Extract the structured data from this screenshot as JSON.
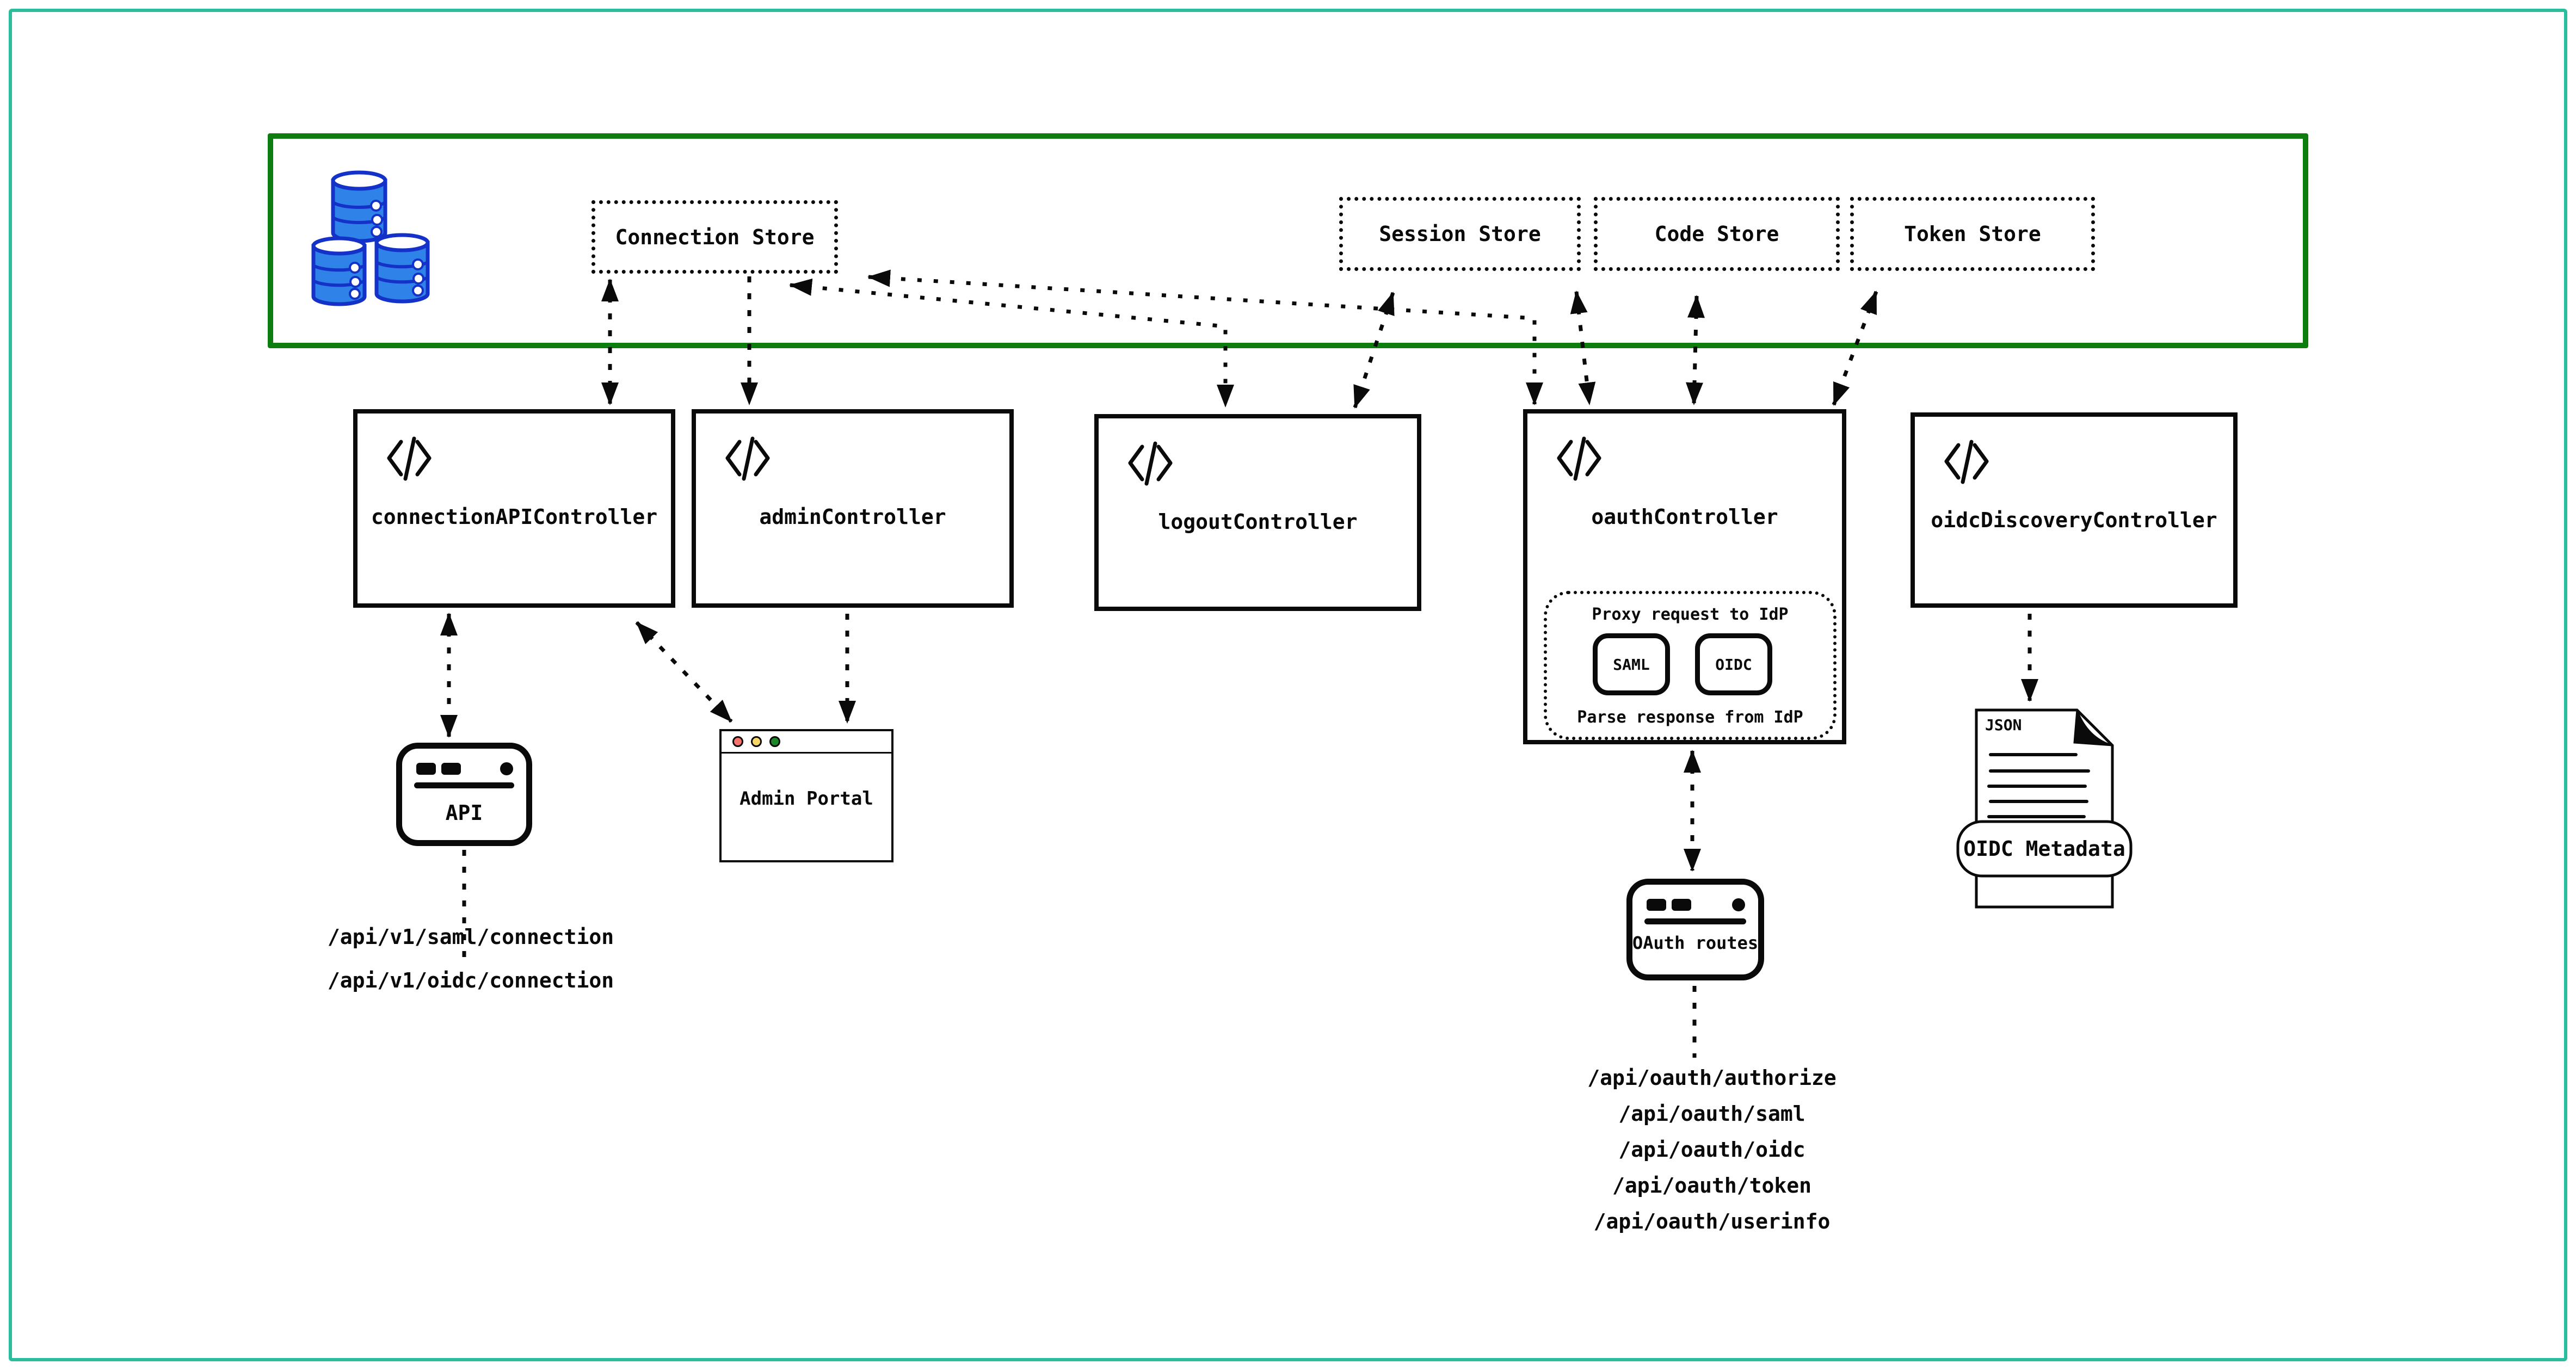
{
  "diagram": {
    "stores": {
      "connection": "Connection Store",
      "session": "Session Store",
      "code": "Code Store",
      "token": "Token Store"
    },
    "controllers": {
      "connection_api": "connectionAPIController",
      "admin": "adminController",
      "logout": "logoutController",
      "oauth": "oauthController",
      "oidc_discovery": "oidcDiscoveryController"
    },
    "oauth_controller_detail": {
      "proxy_label": "Proxy request to IdP",
      "saml": "SAML",
      "oidc": "OIDC",
      "parse_label": "Parse response from IdP"
    },
    "clients": {
      "api": "API",
      "admin_portal": "Admin Portal",
      "oauth_routes": "OAuth routes",
      "oidc_metadata": "OIDC Metadata",
      "json_tag": "JSON"
    },
    "api_endpoints": [
      "/api/v1/saml/connection",
      "/api/v1/oidc/connection"
    ],
    "oauth_endpoints": [
      "/api/oauth/authorize",
      "/api/oauth/saml",
      "/api/oauth/oidc",
      "/api/oauth/token",
      "/api/oauth/userinfo"
    ],
    "colors": {
      "frame": "#2abd9c",
      "store_container": "#0e7d10",
      "database_blue": "#2e82e8",
      "database_stroke": "#1432c8",
      "traffic_red": "#f9726b",
      "traffic_yellow": "#f8d567",
      "traffic_green": "#1d8627"
    },
    "edges": [
      {
        "from": "connection-store",
        "to": "connection-api-controller",
        "direction": "both"
      },
      {
        "from": "connection-store",
        "to": "admin-controller",
        "direction": "one-way"
      },
      {
        "from": "connection-store",
        "to": "logout-controller",
        "direction": "both"
      },
      {
        "from": "connection-store",
        "to": "oauth-controller",
        "direction": "both"
      },
      {
        "from": "session-store",
        "to": "logout-controller",
        "direction": "both"
      },
      {
        "from": "session-store",
        "to": "oauth-controller",
        "direction": "both"
      },
      {
        "from": "code-store",
        "to": "oauth-controller",
        "direction": "both"
      },
      {
        "from": "token-store",
        "to": "oauth-controller",
        "direction": "both"
      },
      {
        "from": "connection-api-controller",
        "to": "api-window",
        "direction": "both"
      },
      {
        "from": "connection-api-controller",
        "to": "admin-portal",
        "direction": "both"
      },
      {
        "from": "admin-controller",
        "to": "admin-portal",
        "direction": "one-way"
      },
      {
        "from": "oauth-controller",
        "to": "oauth-routes",
        "direction": "both"
      },
      {
        "from": "oidc-discovery-controller",
        "to": "oidc-metadata",
        "direction": "one-way"
      },
      {
        "from": "api-window",
        "to": "api-endpoint-list",
        "direction": "none"
      },
      {
        "from": "oauth-routes",
        "to": "oauth-endpoint-list",
        "direction": "none"
      }
    ]
  }
}
